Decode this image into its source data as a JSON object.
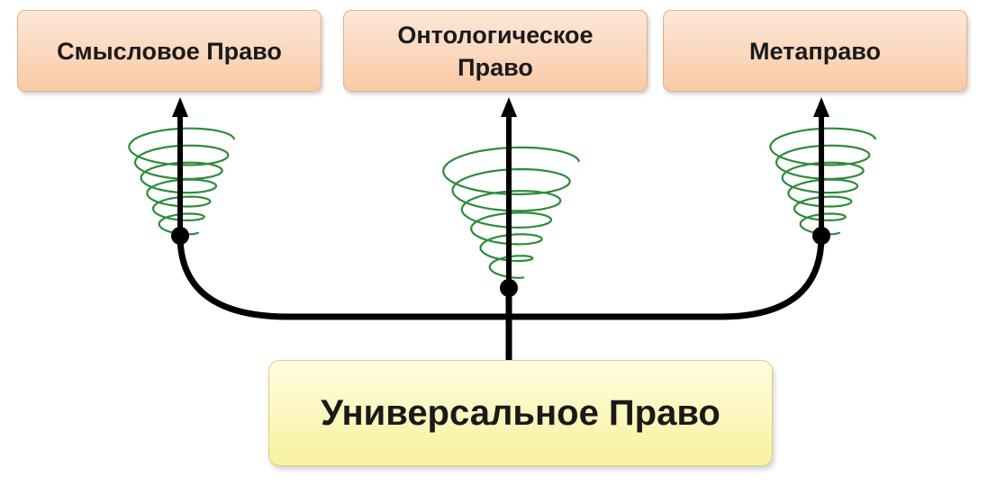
{
  "diagram": {
    "top_left_label": "Смысловое Право",
    "top_middle_label": "Онтологическое Право",
    "top_right_label": "Метаправо",
    "bottom_label": "Универсальное Право"
  },
  "colors": {
    "top_box_fill": "#f9c9a6",
    "bottom_box_fill": "#f8f19e",
    "spiral": "#2e8b3a",
    "connector": "#000000"
  }
}
